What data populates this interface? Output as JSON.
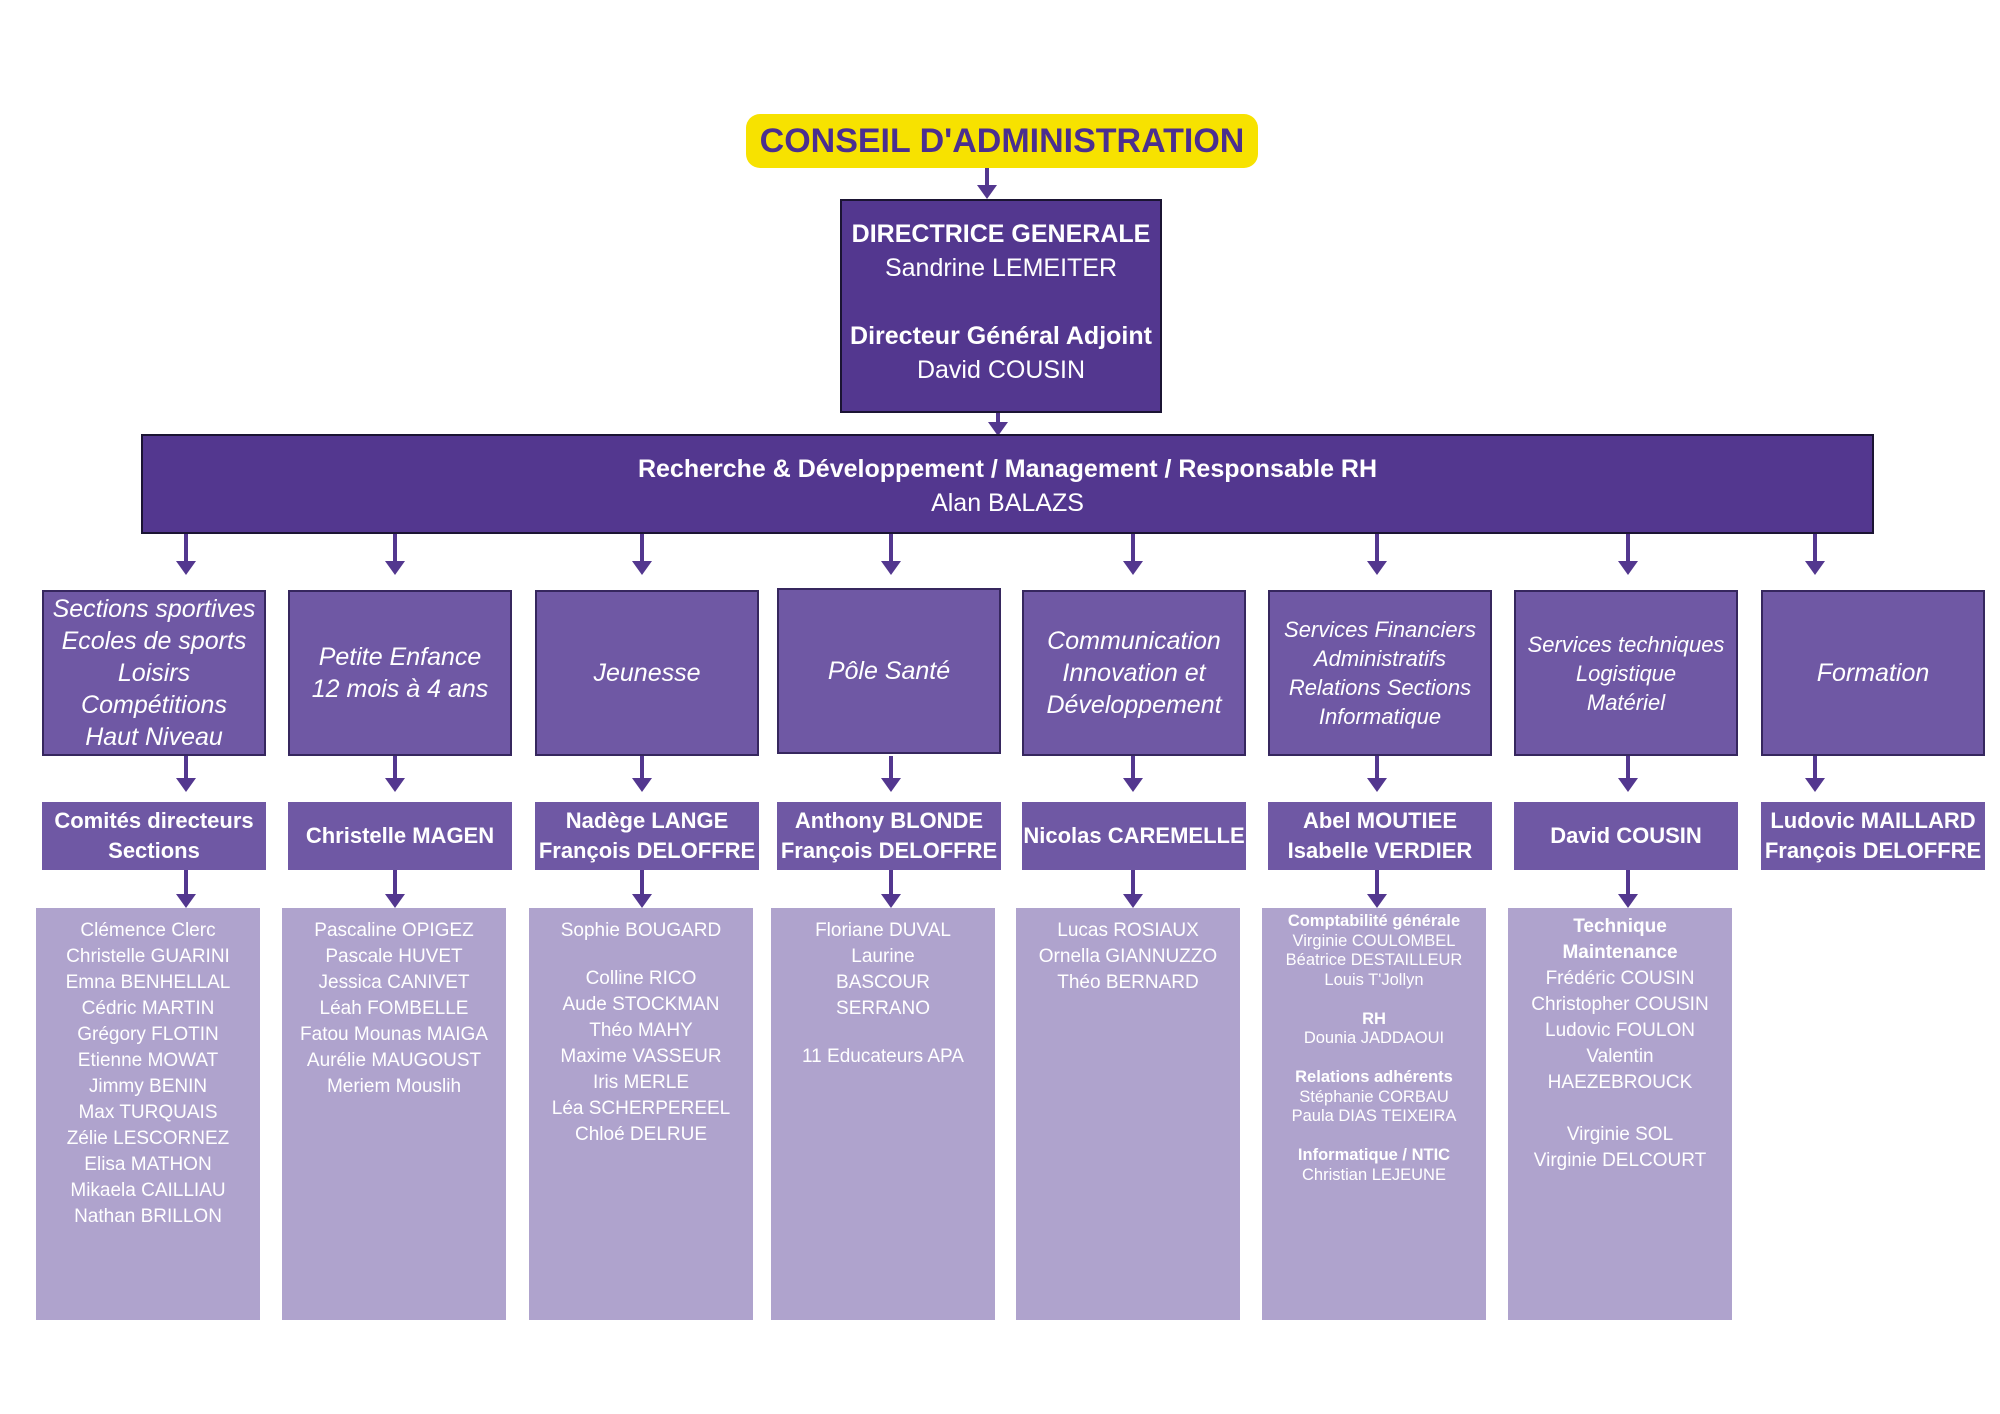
{
  "conseil": "CONSEIL D'ADMINISTRATION",
  "direction": {
    "title1": "DIRECTRICE GENERALE",
    "name1": "Sandrine LEMEITER",
    "title2": "Directeur Général Adjoint",
    "name2": "David COUSIN"
  },
  "rd": {
    "title": "Recherche & Développement / Management / Responsable RH",
    "name": "Alan BALAZS"
  },
  "departments": [
    {
      "lines": [
        "Sections sportives",
        "Ecoles de sports",
        "Loisirs",
        "Compétitions",
        "Haut Niveau"
      ],
      "managers": [
        "Comités directeurs",
        "Sections"
      ],
      "staff": [
        "Clémence Clerc",
        "Christelle GUARINI",
        "Emna BENHELLAL",
        "Cédric MARTIN",
        "Grégory FLOTIN",
        "Etienne MOWAT",
        "Jimmy BENIN",
        "Max TURQUAIS",
        "Zélie LESCORNEZ",
        "Elisa MATHON",
        "Mikaela CAILLIAU",
        "Nathan BRILLON"
      ]
    },
    {
      "lines": [
        "Petite Enfance",
        "12 mois à 4 ans"
      ],
      "managers": [
        "Christelle MAGEN"
      ],
      "staff": [
        "Pascaline OPIGEZ",
        "Pascale HUVET",
        "Jessica CANIVET",
        "Léah FOMBELLE",
        "Fatou Mounas MAIGA",
        "Aurélie MAUGOUST",
        "Meriem Mouslih"
      ]
    },
    {
      "lines": [
        "Jeunesse"
      ],
      "managers": [
        "Nadège LANGE",
        "François DELOFFRE"
      ],
      "staff": [
        "Sophie BOUGARD",
        "",
        "Colline RICO",
        "Aude STOCKMAN",
        "Théo MAHY",
        "Maxime VASSEUR",
        "Iris MERLE",
        "Léa SCHERPEREEL",
        "Chloé DELRUE"
      ]
    },
    {
      "lines": [
        "Pôle Santé"
      ],
      "managers": [
        "Anthony BLONDE",
        "François DELOFFRE"
      ],
      "staff": [
        "Floriane DUVAL",
        "Laurine",
        "BASCOUR",
        "SERRANO",
        "",
        "11 Educateurs APA"
      ]
    },
    {
      "lines": [
        "Communication",
        "Innovation et",
        "Développement"
      ],
      "managers": [
        "Nicolas CAREMELLE"
      ],
      "staff": [
        "Lucas ROSIAUX",
        "Ornella GIANNUZZO",
        "Théo BERNARD"
      ]
    },
    {
      "lines": [
        "Services Financiers",
        "Administratifs",
        "Relations Sections",
        "Informatique"
      ],
      "managers": [
        "Abel MOUTIEE",
        "Isabelle VERDIER"
      ],
      "staff_groups": [
        {
          "heading": "Comptabilité générale",
          "names": [
            "Virginie COULOMBEL",
            "Béatrice DESTAILLEUR",
            "Louis T'Jollyn"
          ]
        },
        {
          "heading": "RH",
          "names": [
            "Dounia JADDAOUI"
          ]
        },
        {
          "heading": "Relations adhérents",
          "names": [
            "Stéphanie CORBAU",
            "Paula DIAS TEIXEIRA"
          ]
        },
        {
          "heading": "Informatique / NTIC",
          "names": [
            "Christian LEJEUNE"
          ]
        }
      ]
    },
    {
      "lines": [
        "Services techniques",
        "Logistique",
        "Matériel"
      ],
      "managers": [
        "David COUSIN"
      ],
      "staff_groups": [
        {
          "heading": "Technique",
          "names": []
        },
        {
          "heading": "Maintenance",
          "names": [
            "Frédéric COUSIN",
            "Christopher COUSIN",
            "Ludovic FOULON",
            "Valentin",
            "HAEZEBROUCK",
            "",
            "Virginie SOL",
            "Virginie DELCOURT"
          ]
        }
      ]
    },
    {
      "lines": [
        "Formation"
      ],
      "managers": [
        "Ludovic MAILLARD",
        "François DELOFFRE"
      ]
    }
  ],
  "colors": {
    "yellow": "#f7e200",
    "dark_purple": "#53378f",
    "mid_purple": "#6f58a4",
    "light_purple": "#afa3cd",
    "arrow": "#53378f"
  }
}
